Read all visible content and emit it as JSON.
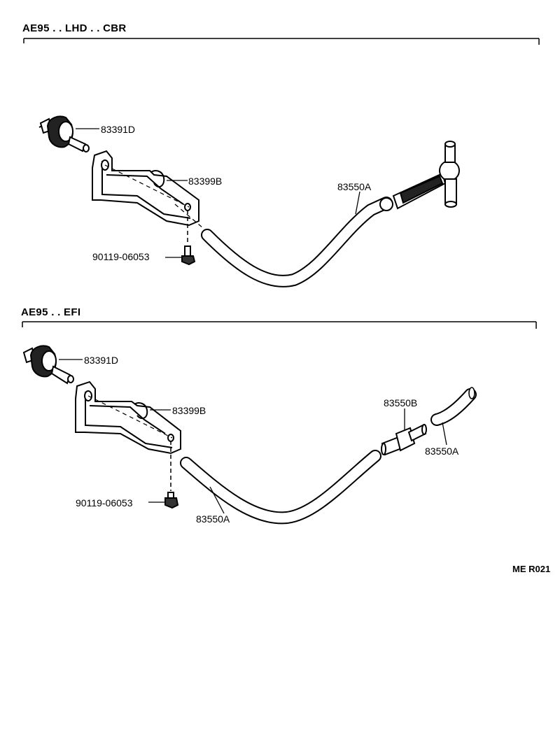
{
  "sections": [
    {
      "header": "AE95 . . LHD . . CBR",
      "labels": {
        "sensor": "83391D",
        "bracket": "83399B",
        "bolt": "90119-06053",
        "hose": "83550A"
      }
    },
    {
      "header": "AE95 . . EFI",
      "labels": {
        "sensor": "83391D",
        "bracket": "83399B",
        "bolt": "90119-06053",
        "hose_main": "83550A",
        "joint": "83550B",
        "hose_end": "83550A"
      }
    }
  ],
  "figure_code": "ME R021"
}
